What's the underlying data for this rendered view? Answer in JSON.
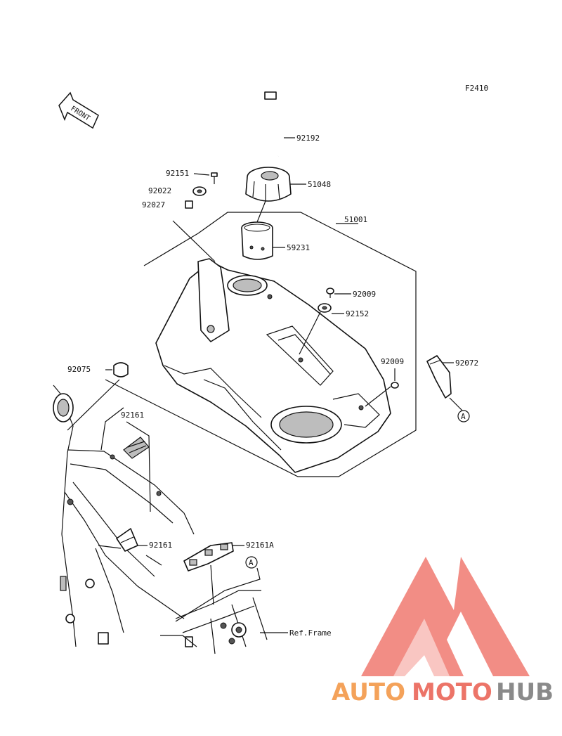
{
  "figure_code": "F2410",
  "front_label": "FRONT",
  "ref_frame": "Ref.Frame",
  "callouts": {
    "p92192": "92192",
    "p92151": "92151",
    "p51048": "51048",
    "p92022": "92022",
    "p92027": "92027",
    "p51001": "51001",
    "p59231": "59231",
    "p92009a": "92009",
    "p92152": "92152",
    "p92009b": "92009",
    "p92072": "92072",
    "p92075": "92075",
    "p92161a": "92161",
    "p92161b": "92161",
    "p92161A": "92161A"
  },
  "ref_markers": {
    "a1": "A",
    "a2": "A"
  },
  "watermark": {
    "part1": "AUTO",
    "part2": "MOTO",
    "part3": "HUB"
  },
  "colors": {
    "wm_orange": "#f4a25a",
    "wm_red": "#ec7468",
    "wm_gray": "#8a8a8a",
    "wm_tri": "#f07a70"
  }
}
